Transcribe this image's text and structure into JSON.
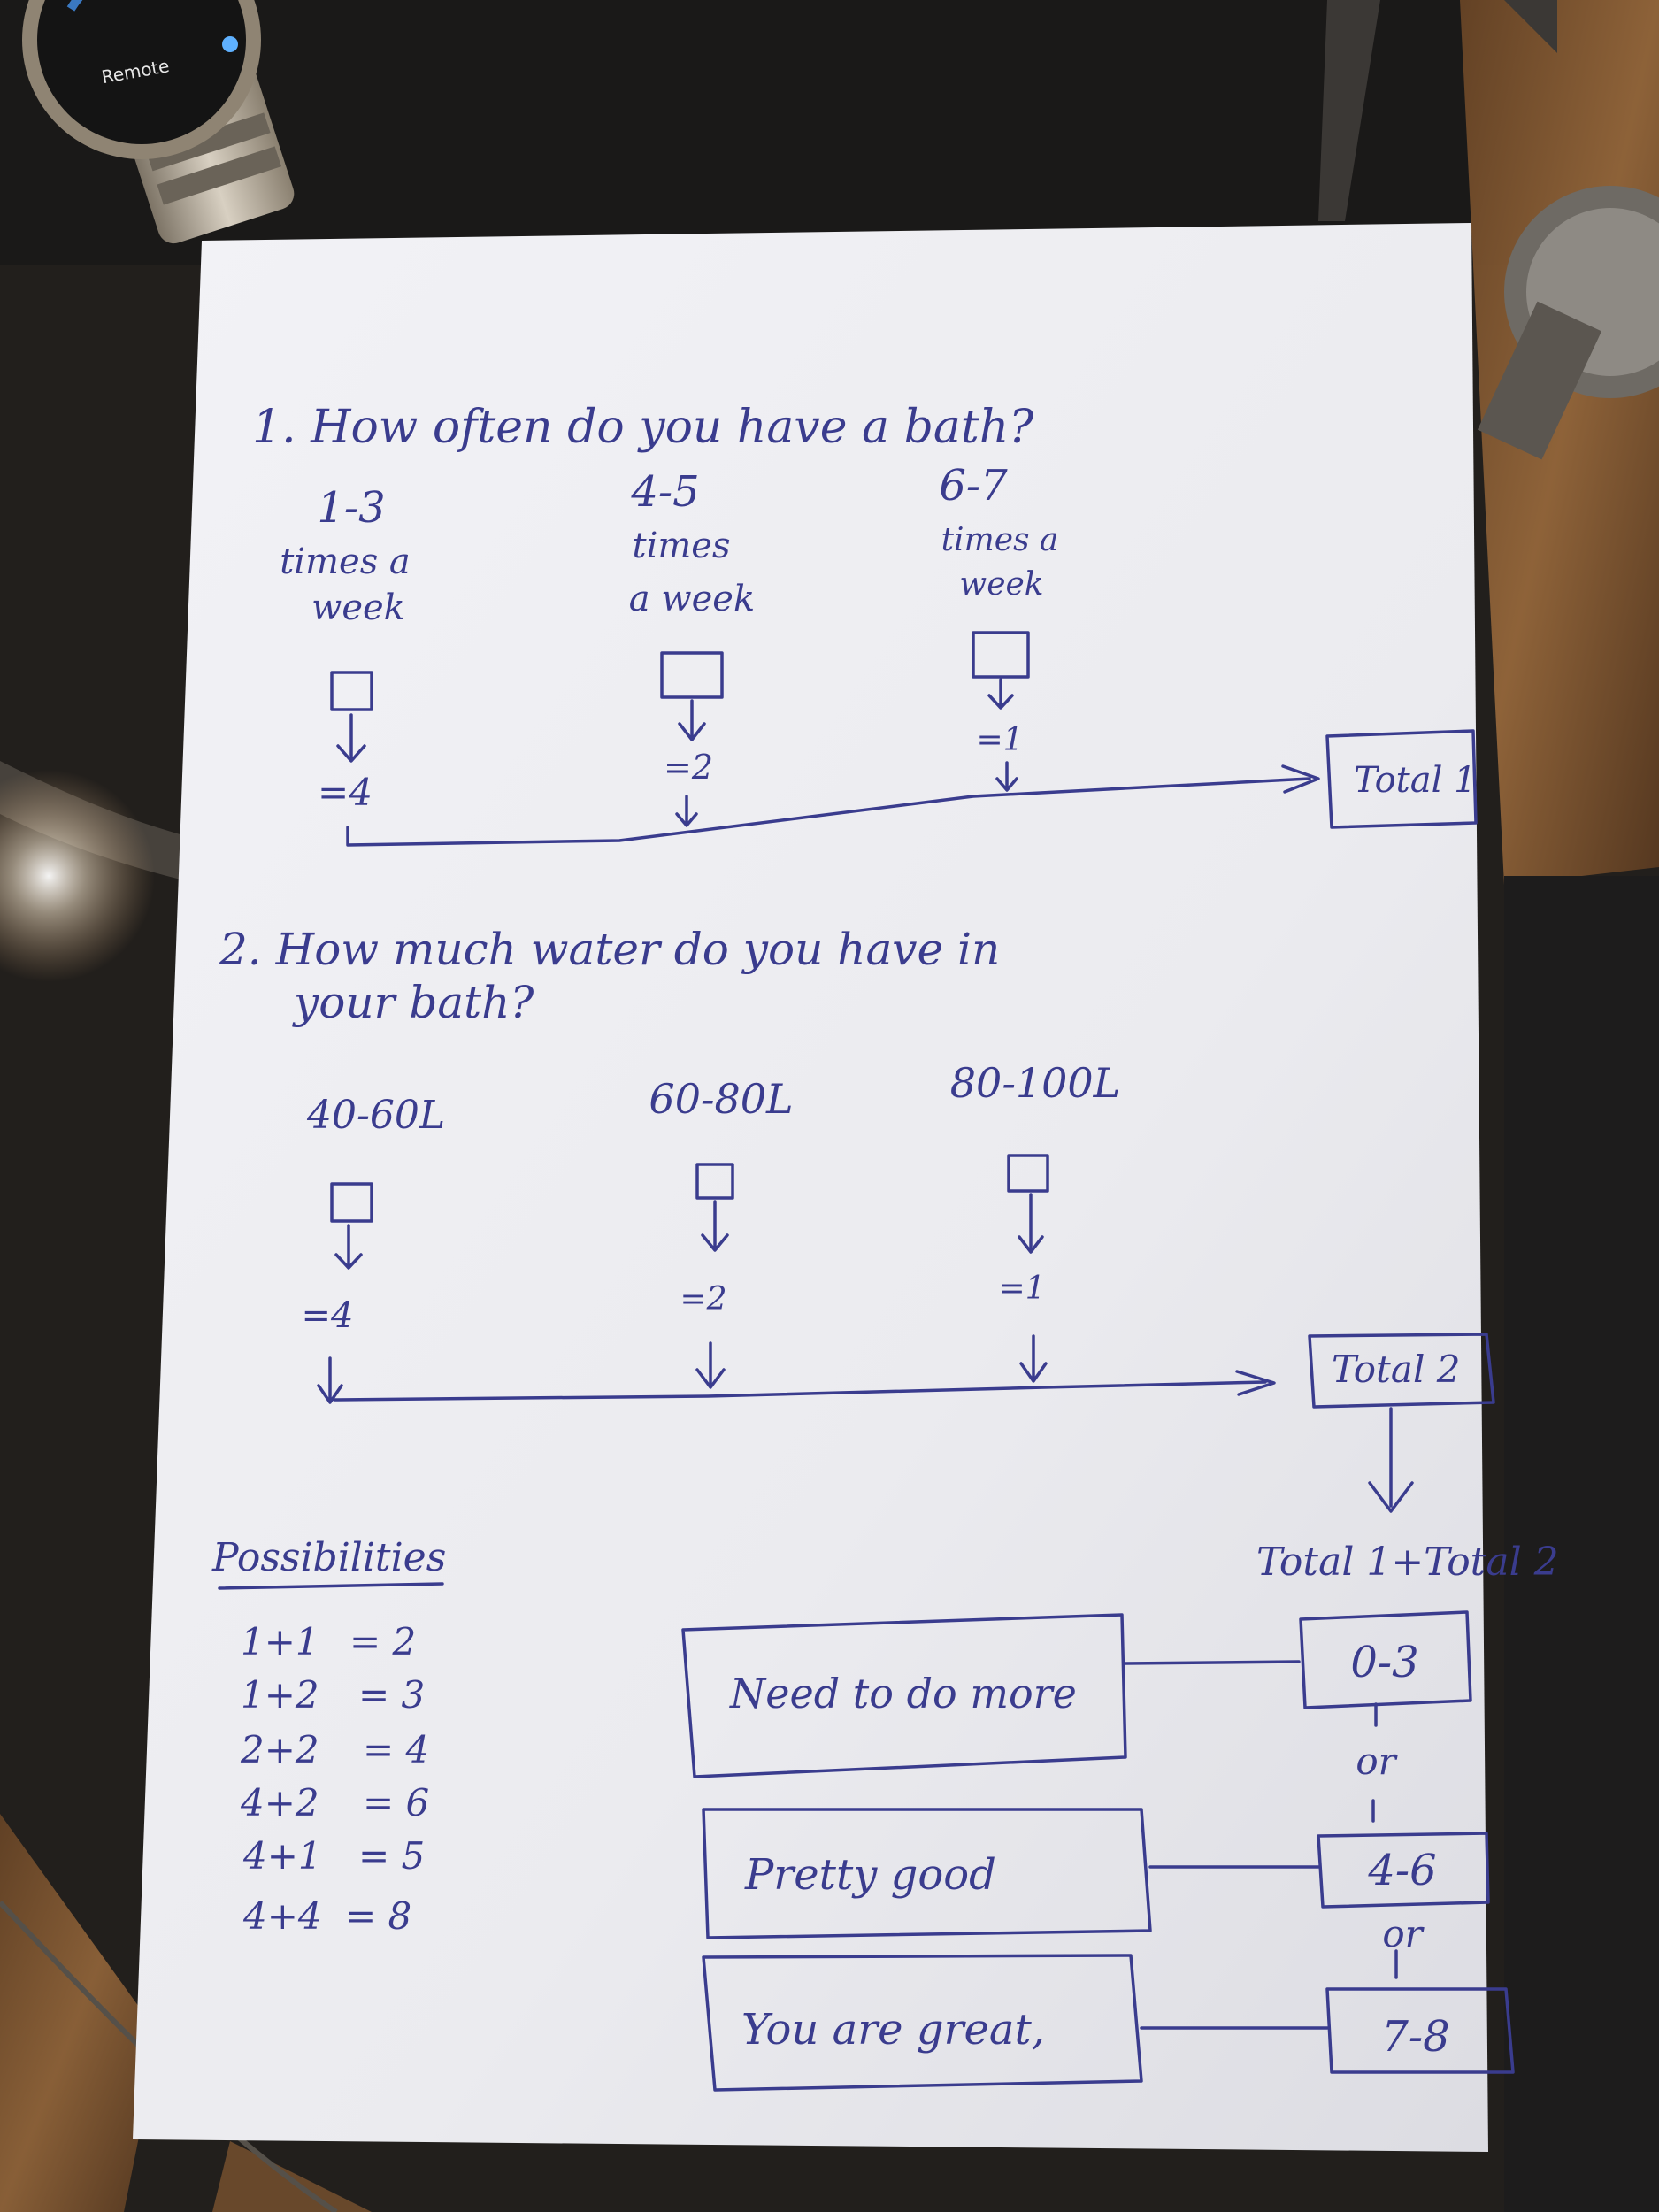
{
  "question1": {
    "text": "1. How often do you have a bath?",
    "options": [
      {
        "range": "1-3",
        "line1": "times a",
        "line2": "week",
        "score": "=4"
      },
      {
        "range": "4-5",
        "line1": "times",
        "line2": "a week",
        "score": "=2"
      },
      {
        "range": "6-7",
        "line1": "times a",
        "line2": "week",
        "score": "=1"
      }
    ],
    "total_label": "Total 1"
  },
  "question2": {
    "line1": "2. How much water do you have in",
    "line2": "your bath?",
    "options": [
      {
        "range": "40-60L",
        "score": "=4"
      },
      {
        "range": "60-80L",
        "score": "=2"
      },
      {
        "range": "80-100L",
        "score": "=1"
      }
    ],
    "total_label": "Total 2"
  },
  "sum_label": "Total 1+Total 2",
  "possibilities": {
    "heading": "Possibilities",
    "rows": [
      {
        "expr": "1+1",
        "result": "= 2"
      },
      {
        "expr": "1+2",
        "result": "= 3"
      },
      {
        "expr": "2+2",
        "result": "= 4"
      },
      {
        "expr": "4+2",
        "result": "= 6"
      },
      {
        "expr": "4+1",
        "result": "= 5"
      },
      {
        "expr": "4+4",
        "result": "= 8"
      }
    ]
  },
  "results": [
    {
      "message": "Need to do more",
      "range": "0-3"
    },
    {
      "message": "Pretty good",
      "range": "4-6"
    },
    {
      "message": "You are great,",
      "range": "7-8"
    }
  ],
  "or_label": "or",
  "watch_label": "Remote",
  "colors": {
    "ink": "#3a3c8e",
    "paper": "#efeff3",
    "table": "#2a2622"
  }
}
